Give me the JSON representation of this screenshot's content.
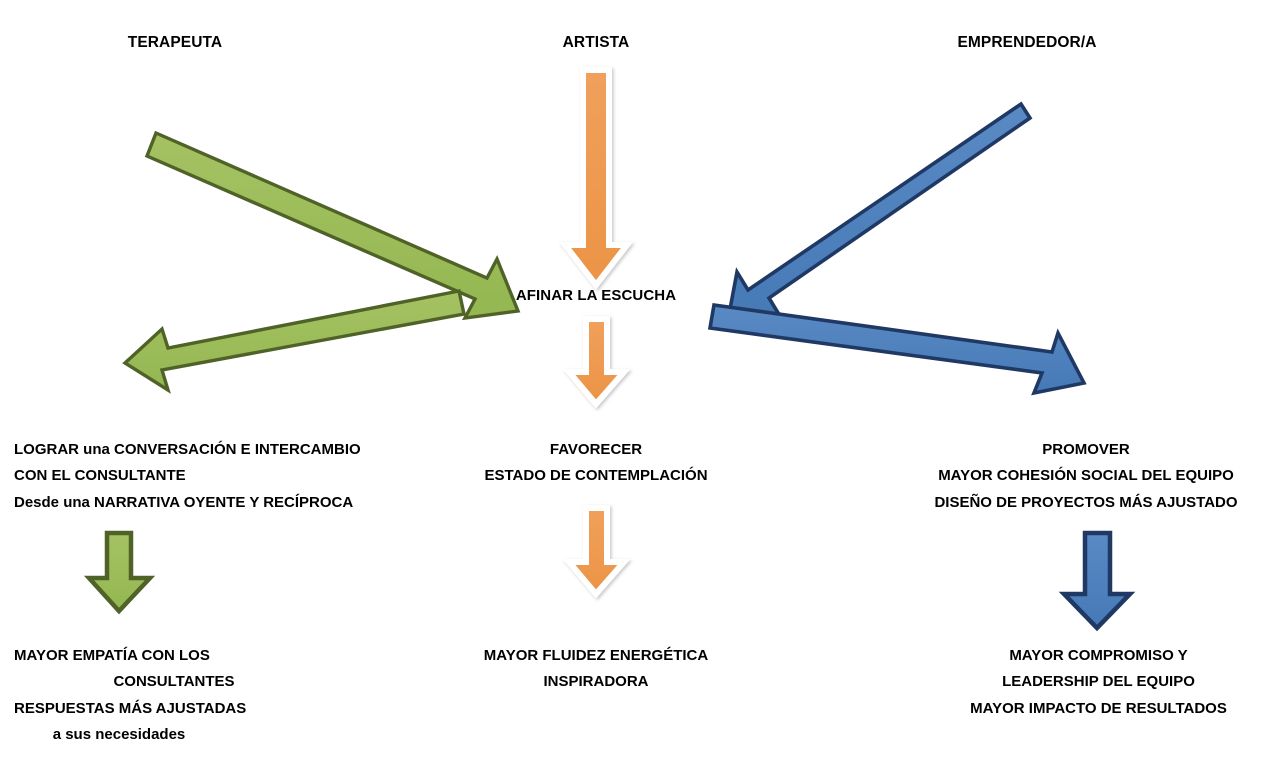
{
  "diagram": {
    "title_row": {
      "columns": [
        {
          "id": "terapeuta",
          "label": "TERAPEUTA"
        },
        {
          "id": "artista",
          "label": "ARTISTA"
        },
        {
          "id": "emprendedor",
          "label": "EMPRENDEDOR/A"
        }
      ]
    },
    "center_node": {
      "label": "AFINAR LA ESCUCHA"
    },
    "outcomes_mid": {
      "left": [
        "LOGRAR una CONVERSACIÓN E INTERCAMBIO",
        "CON EL CONSULTANTE",
        "Desde una NARRATIVA OYENTE Y RECÍPROCA"
      ],
      "center": [
        "FAVORECER",
        "ESTADO DE CONTEMPLACIÓN"
      ],
      "right": [
        "PROMOVER",
        "MAYOR COHESIÓN SOCIAL DEL EQUIPO",
        "DISEÑO DE PROYECTOS MÁS AJUSTADO"
      ]
    },
    "outcomes_bottom": {
      "left": [
        "MAYOR EMPATÍA CON LOS",
        "CONSULTANTES",
        "RESPUESTAS MÁS AJUSTADAS",
        "a sus necesidades"
      ],
      "center": [
        "MAYOR FLUIDEZ ENERGÉTICA",
        "INSPIRADORA"
      ],
      "right": [
        "MAYOR COMPROMISO Y",
        "LEADERSHIP DEL EQUIPO",
        "MAYOR IMPACTO DE RESULTADOS"
      ]
    },
    "arrows": [
      {
        "id": "green-diagonal-down-right",
        "color": "#9BBB59",
        "stroke": "#4F6228",
        "direction": "down-right"
      },
      {
        "id": "green-diagonal-down-left",
        "color": "#9BBB59",
        "stroke": "#4F6228",
        "direction": "down-left"
      },
      {
        "id": "blue-diagonal-down-left",
        "color": "#4F81BD",
        "stroke": "#1F3864",
        "direction": "down-left"
      },
      {
        "id": "blue-diagonal-down-right",
        "color": "#4F81BD",
        "stroke": "#1F3864",
        "direction": "down-right"
      },
      {
        "id": "orange-arrow-top",
        "color": "#ED9A4F",
        "stroke": "#FFFFFF",
        "direction": "down"
      },
      {
        "id": "orange-arrow-middle",
        "color": "#ED9A4F",
        "stroke": "#FFFFFF",
        "direction": "down"
      },
      {
        "id": "orange-arrow-bottom",
        "color": "#ED9A4F",
        "stroke": "#FFFFFF",
        "direction": "down"
      },
      {
        "id": "green-arrow-down",
        "color": "#9BBB59",
        "stroke": "#4F6228",
        "direction": "down"
      },
      {
        "id": "blue-arrow-down",
        "color": "#4F81BD",
        "stroke": "#1F3864",
        "direction": "down"
      }
    ],
    "colors": {
      "green_fill": "#9BBB59",
      "green_stroke": "#4F6228",
      "blue_fill": "#4F81BD",
      "blue_stroke": "#1F3864",
      "orange_fill": "#ED9A4F",
      "orange_stroke": "#FFFFFF",
      "text": "#000000",
      "background": "#FFFFFF"
    }
  }
}
